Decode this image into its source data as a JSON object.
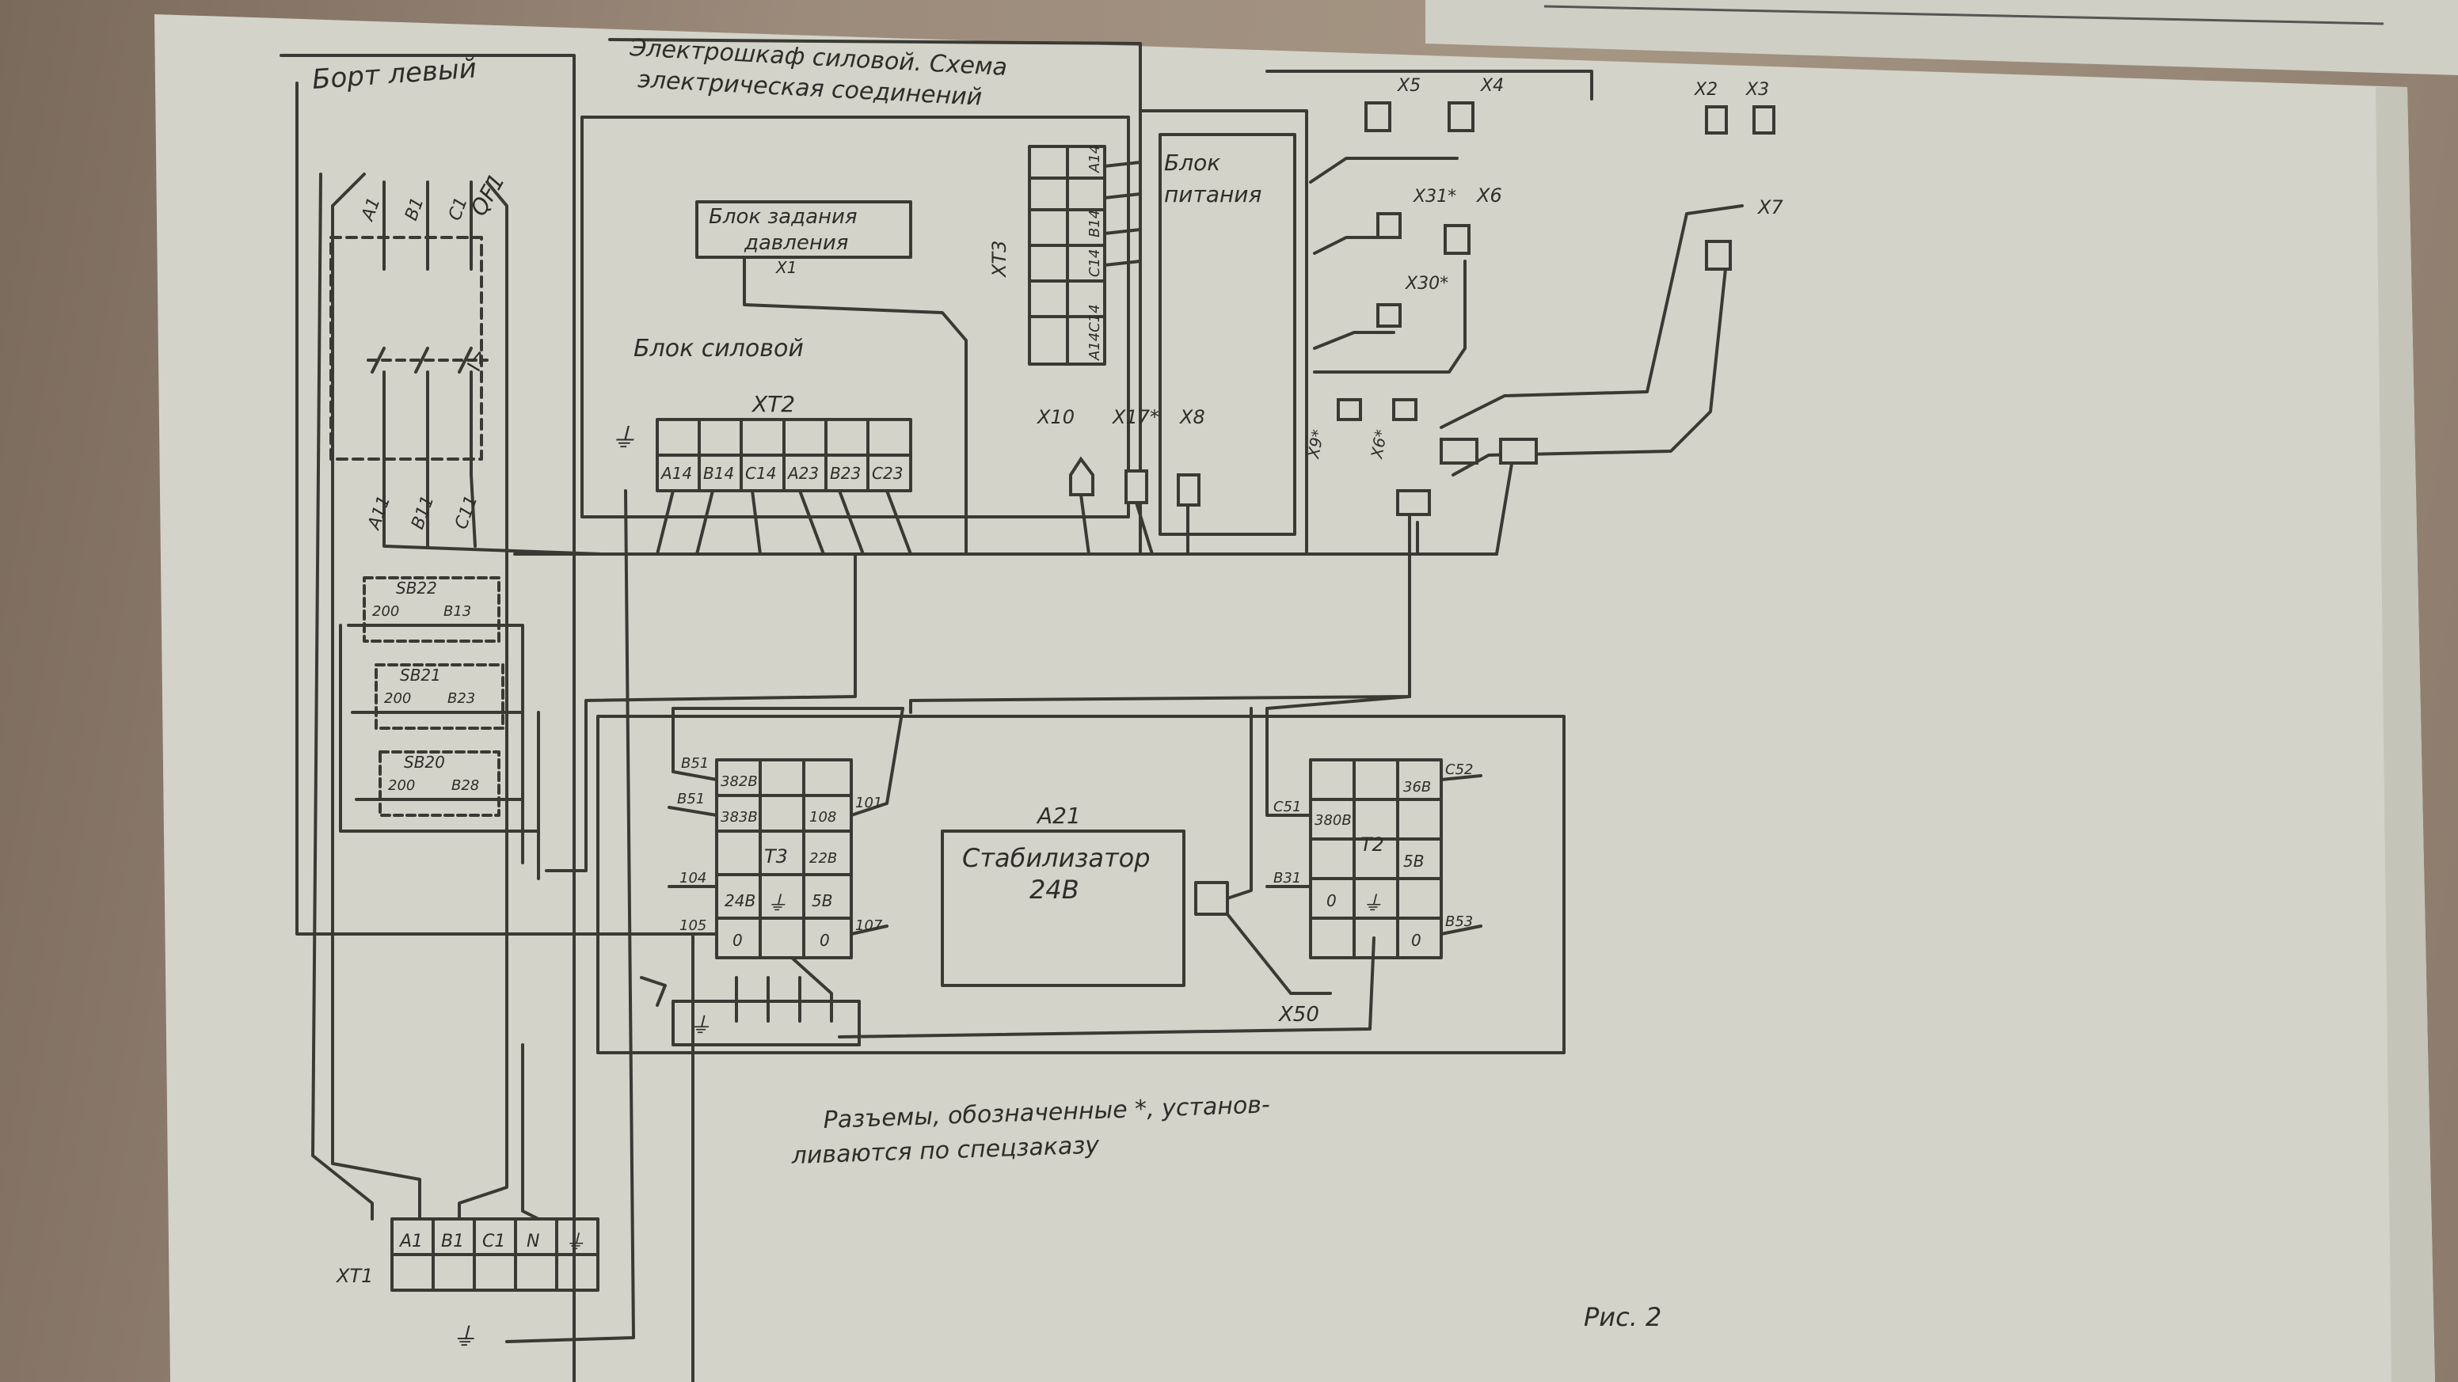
{
  "sheet": {
    "side_label": "Борт левый",
    "title_line1": "Электрошкаф силовой. Схема",
    "title_line2": "электрическая соединений",
    "figure_label": "Рис. 2",
    "note_line1": "Разъемы, обозначенные *, установ-",
    "note_line2": "ливаются по спецзаказу"
  },
  "blocks": {
    "pressure_block_line1": "Блок задания",
    "pressure_block_line2": "давления",
    "pressure_connector": "X1",
    "power_block_label": "Блок силовой",
    "xt2_label": "XT2",
    "xt2_terminals": [
      "A14",
      "B14",
      "C14",
      "A23",
      "B23",
      "C23"
    ],
    "supply_block_line1": "Блок",
    "supply_block_line2": "питания",
    "xt3_label": "XT3",
    "xt3_terminals": [
      "A14",
      "B14",
      "C14",
      "A14C14"
    ],
    "stabilizer_ref": "A21",
    "stabilizer_line1": "Стабилизатор",
    "stabilizer_line2": "24B",
    "x50_label": "X50"
  },
  "breaker": {
    "label": "QF1",
    "top_terms": [
      "A1",
      "B1",
      "C1"
    ],
    "bottom_terms": [
      "A11",
      "B11",
      "C11"
    ],
    "trip": "I>"
  },
  "switches": [
    {
      "name": "SB22",
      "left": "200",
      "right": "B13"
    },
    {
      "name": "SB21",
      "left": "200",
      "right": "B23"
    },
    {
      "name": "SB20",
      "left": "200",
      "right": "B28"
    }
  ],
  "connectors": {
    "x10": "X10",
    "x17": "X17*",
    "x8": "X8",
    "x5": "X5",
    "x4": "X4",
    "x2": "X2",
    "x3": "X3",
    "x31": "X31*",
    "x6": "X6",
    "x30": "X30*",
    "x7": "X7",
    "x9": "X9*",
    "x6b": "X6*"
  },
  "t3": {
    "label": "T3",
    "left_wires": [
      "B51",
      "B51",
      "104",
      "105"
    ],
    "left_cells": [
      "382B",
      "383B",
      "24B",
      "0"
    ],
    "right_cells": [
      "108",
      "22B",
      "5B",
      "0"
    ],
    "right_wires": [
      "101",
      "107"
    ]
  },
  "t2": {
    "label": "T2",
    "left_wires": [
      "C51",
      "B31"
    ],
    "left_cells": [
      "380B",
      "0"
    ],
    "right_cells": [
      "36B",
      "5B",
      "0"
    ],
    "right_wires": [
      "C52",
      "B53"
    ]
  },
  "xt1": {
    "label": "XT1",
    "terminals": [
      "A1",
      "B1",
      "C1",
      "N",
      "⏚"
    ]
  },
  "symbols": {
    "ground": "⏚"
  },
  "colors": {
    "paper": "#d3d3c9",
    "ink": "#3a3a35"
  }
}
